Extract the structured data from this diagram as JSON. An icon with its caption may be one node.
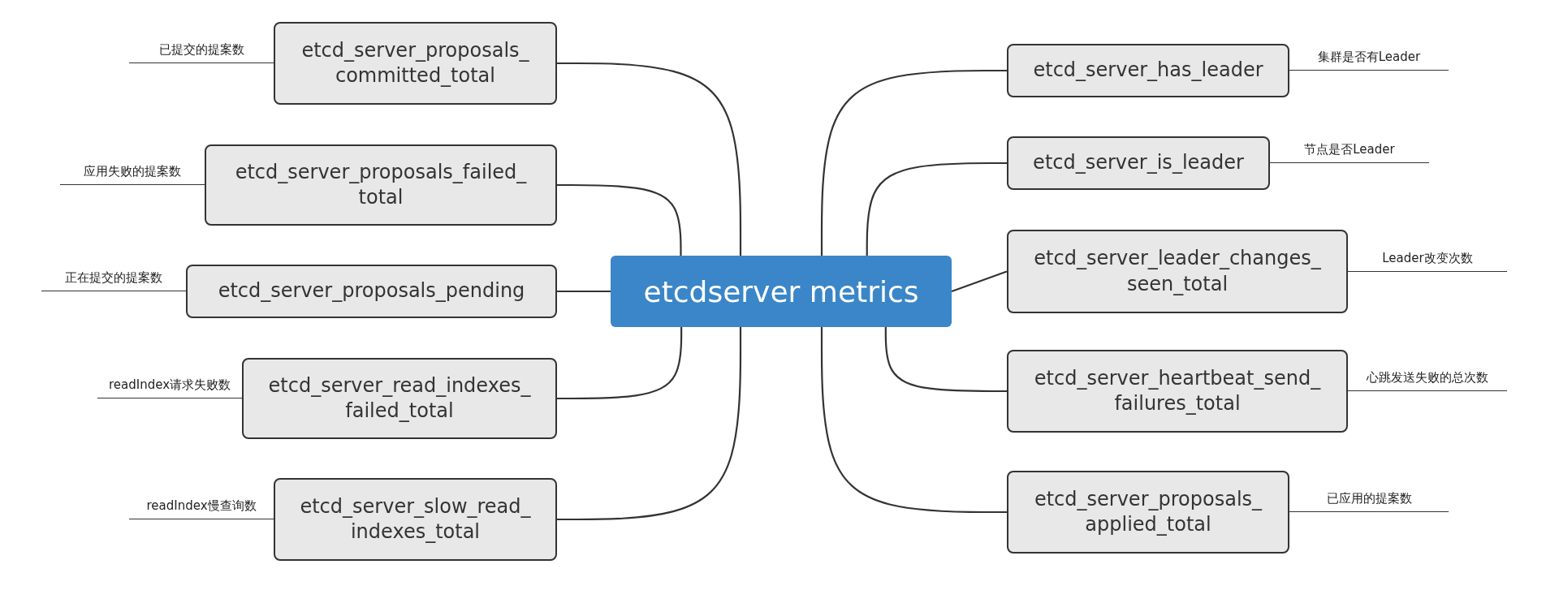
{
  "diagram": {
    "nodes": [
      {
        "text": [
          "etcdserver metrics"
        ]
      },
      {
        "text": [
          "etcd_server_proposals_committed_total"
        ],
        "beside": [
          "已提交的提案数"
        ]
      },
      {
        "text": [
          "etcd_server_proposals_failed_total"
        ],
        "beside": [
          "应用失败的提案数"
        ]
      },
      {
        "text": [
          "etcd_server_proposals_pending"
        ],
        "beside": [
          "正在提交的提案数"
        ]
      },
      {
        "text": [
          "etcd_server_read_indexes_failed_total"
        ],
        "beside": [
          "readIndex请求失败数"
        ]
      },
      {
        "text": [
          "etcd_server_slow_read_indexes_total"
        ],
        "beside": [
          "readIndex慢查询数"
        ]
      },
      {
        "text": [
          "etcd_server_has_leader"
        ],
        "beside": [
          "集群是否有Leader"
        ]
      },
      {
        "text": [
          "etcd_server_is_leader"
        ],
        "beside": [
          "节点是否Leader"
        ]
      },
      {
        "text": [
          "etcd_server_leader_changes_seen_total"
        ],
        "beside": [
          "Leader改变次数"
        ]
      },
      {
        "text": [
          "etcd_server_heartbeat_send_failures_total"
        ],
        "beside": [
          "心跳发送失败的总次数"
        ]
      },
      {
        "text": [
          "etcd_server_proposals_applied_total"
        ],
        "beside": [
          "已应用的提案数"
        ]
      }
    ],
    "edges": [
      {
        "from": 0,
        "to": 1,
        "arrow": "none"
      },
      {
        "from": 0,
        "to": 2,
        "arrow": "none"
      },
      {
        "from": 0,
        "to": 3,
        "arrow": "none"
      },
      {
        "from": 0,
        "to": 4,
        "arrow": "none"
      },
      {
        "from": 0,
        "to": 5,
        "arrow": "none"
      },
      {
        "from": 0,
        "to": 6,
        "arrow": "none"
      },
      {
        "from": 0,
        "to": 7,
        "arrow": "none"
      },
      {
        "from": 0,
        "to": 8,
        "arrow": "none"
      },
      {
        "from": 0,
        "to": 9,
        "arrow": "none"
      },
      {
        "from": 0,
        "to": 10,
        "arrow": "none"
      }
    ]
  }
}
